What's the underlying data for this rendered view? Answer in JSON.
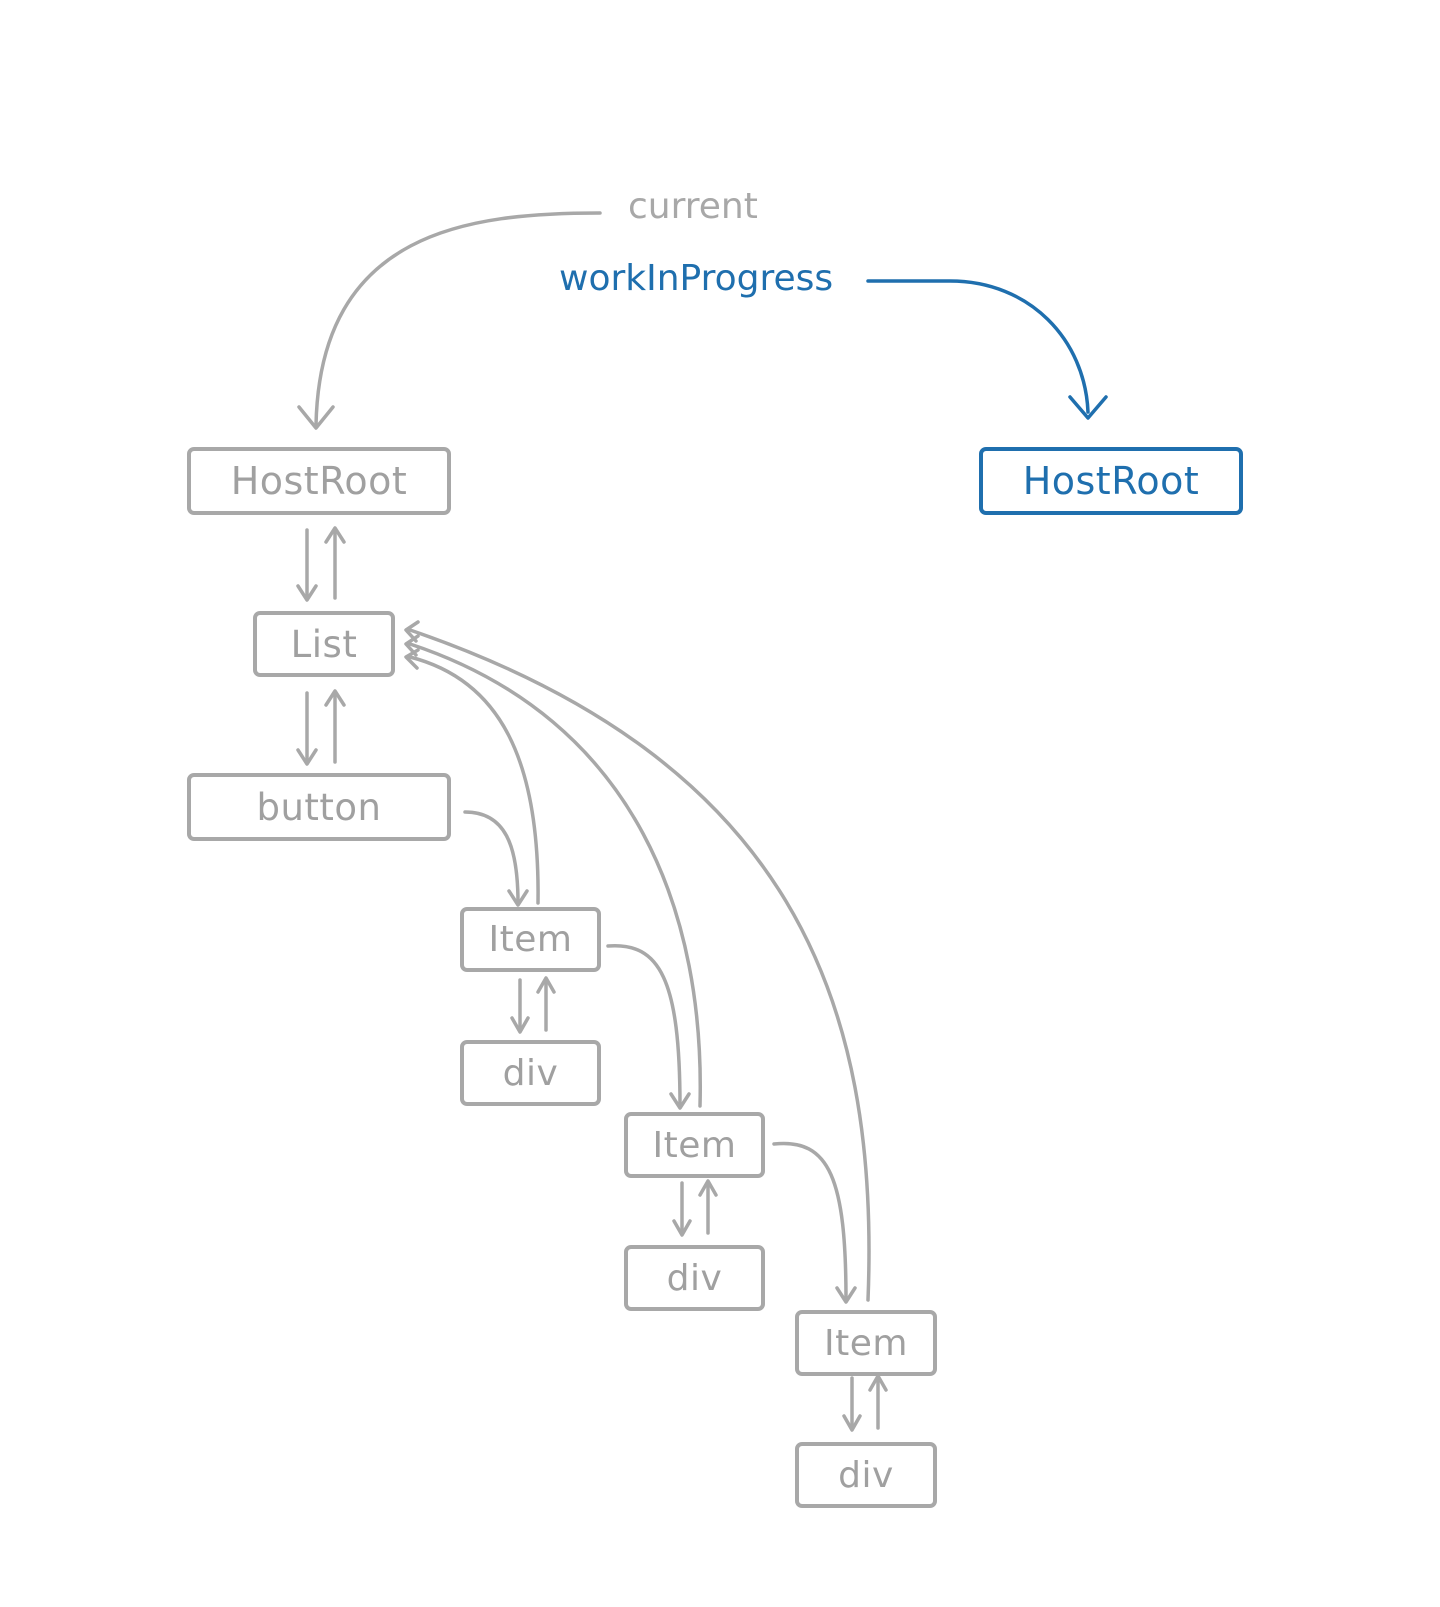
{
  "labels": {
    "current": "current",
    "work_in_progress": "workInProgress"
  },
  "nodes": {
    "current_host_root": "HostRoot",
    "list": "List",
    "button": "button",
    "item_1": "Item",
    "div_1": "div",
    "item_2": "Item",
    "div_2": "div",
    "item_3": "Item",
    "div_3": "div",
    "wip_host_root": "HostRoot"
  },
  "colors": {
    "current_tree": "#a8a8a8",
    "work_in_progress": "#1f6fae",
    "background": "#ffffff"
  }
}
